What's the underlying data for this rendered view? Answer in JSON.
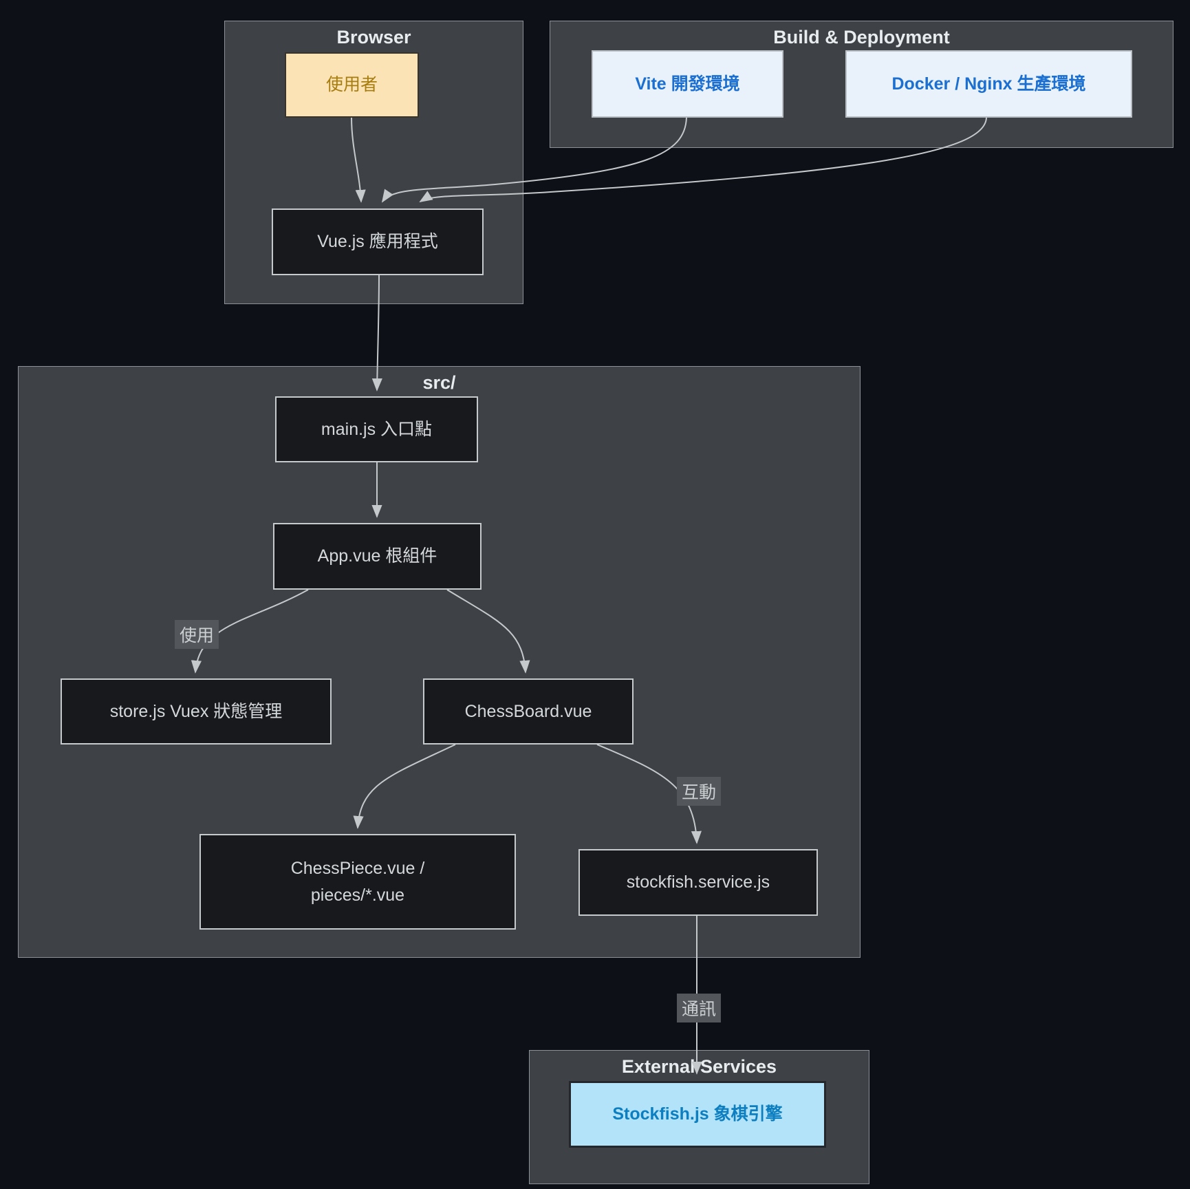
{
  "diagram": {
    "subgraphs": {
      "browser": {
        "title": "Browser"
      },
      "build": {
        "title": "Build & Deployment"
      },
      "src": {
        "title": "src/"
      },
      "external": {
        "title": "External Services"
      }
    },
    "nodes": {
      "user": {
        "label": "使用者"
      },
      "vite": {
        "label": "Vite 開發環境"
      },
      "docker": {
        "label": "Docker / Nginx 生產環境"
      },
      "vue_app": {
        "label": "Vue.js 應用程式"
      },
      "main_js": {
        "label": "main.js 入口點"
      },
      "app_vue": {
        "label": "App.vue 根組件"
      },
      "store_js": {
        "label": "store.js Vuex 狀態管理"
      },
      "chessboard": {
        "label": "ChessBoard.vue"
      },
      "chesspiece": {
        "label": "ChessPiece.vue /\npieces/*.vue"
      },
      "stockfish_service": {
        "label": "stockfish.service.js"
      },
      "stockfish_engine": {
        "label": "Stockfish.js 象棋引擎"
      }
    },
    "edge_labels": {
      "use": "使用",
      "interact": "互動",
      "communicate": "通訊"
    },
    "colors": {
      "canvas_bg": "#0d1117",
      "subgraph_fill": "#3e4246",
      "subgraph_border": "#8b9197",
      "node_fill": "#17191d",
      "node_border": "#c6cacd",
      "node_text": "#d5d8db",
      "user_fill": "#fbe3b5",
      "user_border": "#38342c",
      "user_text": "#a87d10",
      "build_fill": "#e9f1fb",
      "build_border": "#b8bec4",
      "build_text": "#1a6fd0",
      "engine_fill": "#b3e3f9",
      "engine_border": "#24282c",
      "engine_text": "#0d7fc0",
      "edge": "#c6c9cc",
      "edge_label_bg": "#53575b",
      "edge_label_text": "#ccd0d3",
      "title_text": "#e9ecef"
    }
  }
}
